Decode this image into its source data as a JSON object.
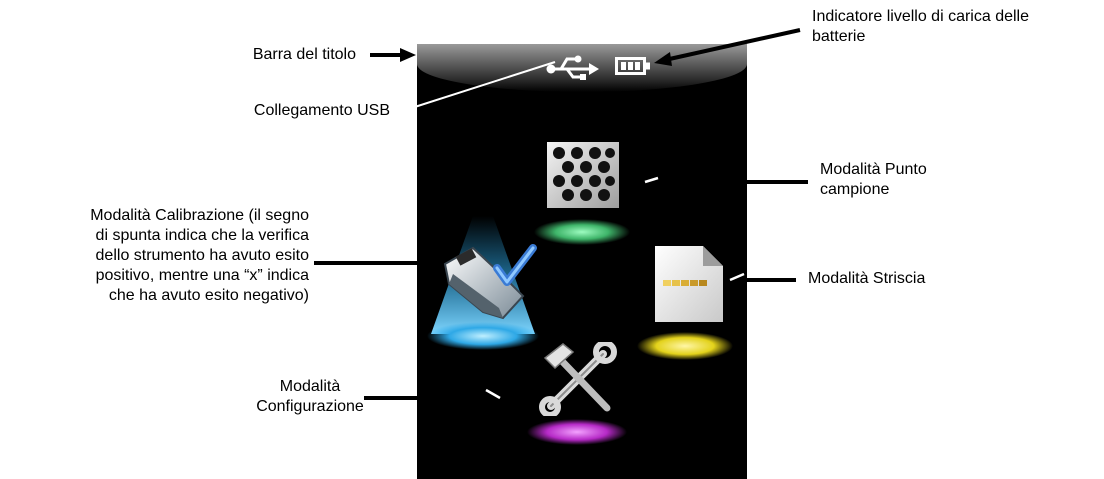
{
  "callouts": {
    "title_bar": "Barra del titolo",
    "usb": "Collegamento USB",
    "battery_line1": "Indicatore livello di carica delle",
    "battery_line2": "batterie",
    "spot_line1": "Modalità Punto",
    "spot_line2": "campione",
    "calibration_line1": "Modalità Calibrazione (il segno",
    "calibration_line2": "di spunta indica che la verifica",
    "calibration_line3": "dello strumento ha avuto esito",
    "calibration_line4": "positivo, mentre una “x” indica",
    "calibration_line5": "che ha avuto esito negativo)",
    "strip": "Modalità Striscia",
    "config_line1": "Modalità",
    "config_line2": "Configurazione"
  },
  "colors": {
    "screen_bg": "#000000",
    "spot_glow": "#3fb56a",
    "calibration_glow": "#2ea8e6",
    "strip_glow": "#e3d21b",
    "config_glow": "#b62ac7"
  },
  "icons": {
    "usb": "usb-icon",
    "battery": "battery-icon",
    "spot": "spot-mode-icon",
    "calibration": "calibration-icon",
    "strip": "strip-mode-icon",
    "config": "tools-icon"
  }
}
